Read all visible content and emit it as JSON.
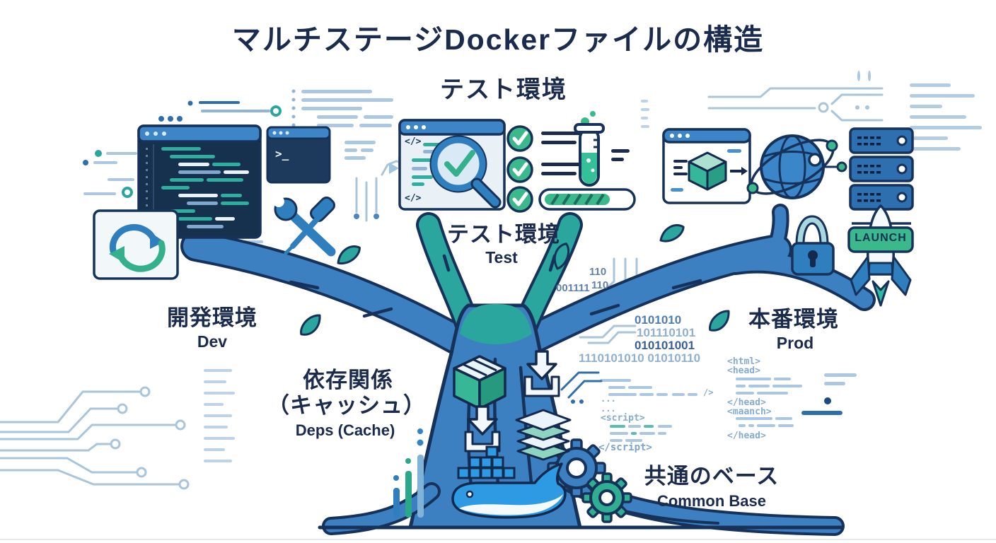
{
  "title": "マルチステージDockerファイルの構造",
  "stages": {
    "test_top": {
      "ja": "テスト環境"
    },
    "test": {
      "ja": "テスト環境",
      "en": "Test"
    },
    "dev": {
      "ja": "開発環境",
      "en": "Dev"
    },
    "prod": {
      "ja": "本番環境",
      "en": "Prod"
    },
    "deps": {
      "ja1": "依存関係",
      "ja2": "（キャッシュ）",
      "en": "Deps (Cache)"
    },
    "base": {
      "ja": "共通のベース",
      "en": "Common Base"
    }
  },
  "binary": {
    "b1": "110",
    "b2": "110",
    "b3": "001111",
    "b4": "0101010",
    "b5": "101110101",
    "b6": "010101001",
    "b7": "1110101010 01010110"
  },
  "code": {
    "html_open": "<html>",
    "head_open": "<head>",
    "head_close": "</head>",
    "maanch": "<maanch>",
    "head_close2": "</head>",
    "ellipsis1": "...",
    "ellipsis2": "...",
    "script_open": "<script>",
    "script_close": "</script>",
    "slash_gt": "/>",
    "code_symbol_top": "</>",
    "code_symbol_bottom": "</>",
    "terminal_prompt": ">_"
  },
  "rocket": {
    "launch_label": "LAUNCH"
  },
  "colors": {
    "navy_outline": "#16325a",
    "branch_blue": "#3c80c2",
    "branch_teal": "#2aa69e",
    "check_green": "#3cb98c",
    "title_text": "#1b2b4d",
    "window_header": "#3d85c6",
    "editor_body": "#16314e",
    "docker_whale": "#2d9ae3"
  }
}
